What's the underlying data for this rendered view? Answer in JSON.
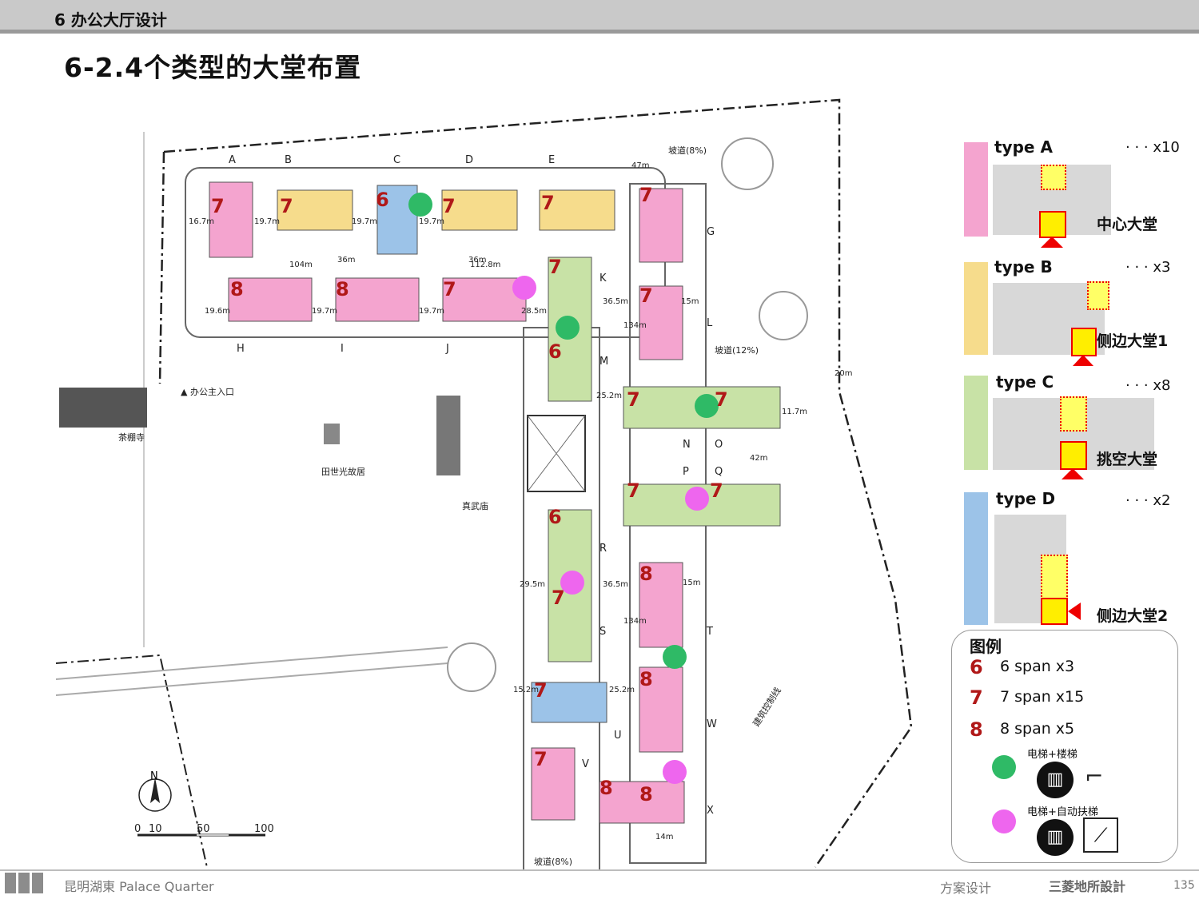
{
  "header": {
    "section": "6 办公大厅设计",
    "title": "6-2.4个类型的大堂布置"
  },
  "plan": {
    "column_labels": [
      "A",
      "B",
      "C",
      "D",
      "E",
      "G",
      "K",
      "L",
      "M",
      "N",
      "O",
      "P",
      "Q",
      "R",
      "S",
      "T",
      "U",
      "V",
      "W",
      "X",
      "H",
      "I",
      "J"
    ],
    "dimensions": [
      "104m",
      "112.8m",
      "16.7m",
      "19.7m",
      "19.7m",
      "19.7m",
      "19.6m",
      "19.7m",
      "19.7m",
      "28.5m",
      "36.5m",
      "36.5m",
      "15m",
      "25.2m",
      "11.7m",
      "42m",
      "29.5m",
      "15.2m",
      "25.2m",
      "134m",
      "134m",
      "36m",
      "36m",
      "47m",
      "20m",
      "15m",
      "14m"
    ],
    "places": {
      "office_entrance": "▲ 办公主入口",
      "tea_temple": "茶棚寺",
      "former_residence": "田世光故居",
      "zhenwu_temple": "真武庙",
      "ramp_top": "坡道(8%)",
      "ramp_mid": "坡道(12%)",
      "ramp_bottom": "坡道(8%)",
      "control_line": "建筑控制线"
    },
    "span_numbers": [
      "7",
      "7",
      "6",
      "7",
      "7",
      "7",
      "8",
      "8",
      "7",
      "7",
      "6",
      "7",
      "7",
      "7",
      "6",
      "7",
      "7",
      "7",
      "8",
      "8",
      "7",
      "8",
      "7",
      "8"
    ],
    "scale": {
      "north": "N",
      "t0": "0",
      "t10": "10",
      "t50": "50",
      "t100": "100"
    },
    "colors": {
      "typeA": "#f4a4cf",
      "typeB": "#f6dc8c",
      "typeC": "#c8e2a6",
      "typeD": "#9cc3e8",
      "lift": "#2fba66",
      "escalator": "#ee66ee",
      "number": "#b01818"
    }
  },
  "panel": {
    "types": [
      {
        "name": "type A",
        "count": "· · · x10",
        "lobby": "中心大堂"
      },
      {
        "name": "type B",
        "count": "· · · x3",
        "lobby": "侧边大堂1"
      },
      {
        "name": "type C",
        "count": "· · · x8",
        "lobby": "挑空大堂"
      },
      {
        "name": "type D",
        "count": "· · · x2",
        "lobby": "侧边大堂2"
      }
    ]
  },
  "legend": {
    "title": "图例",
    "rows": [
      {
        "num": "6",
        "text": "6 span   x3"
      },
      {
        "num": "7",
        "text": "7 span   x15"
      },
      {
        "num": "8",
        "text": "8 span   x5"
      }
    ],
    "lift_stair": "电梯+楼梯",
    "lift_escalator": "电梯+自动扶梯"
  },
  "footer": {
    "project": "昆明湖東   Palace Quarter",
    "stage": "方案设计",
    "brand": "三菱地所設計",
    "page": "135"
  }
}
